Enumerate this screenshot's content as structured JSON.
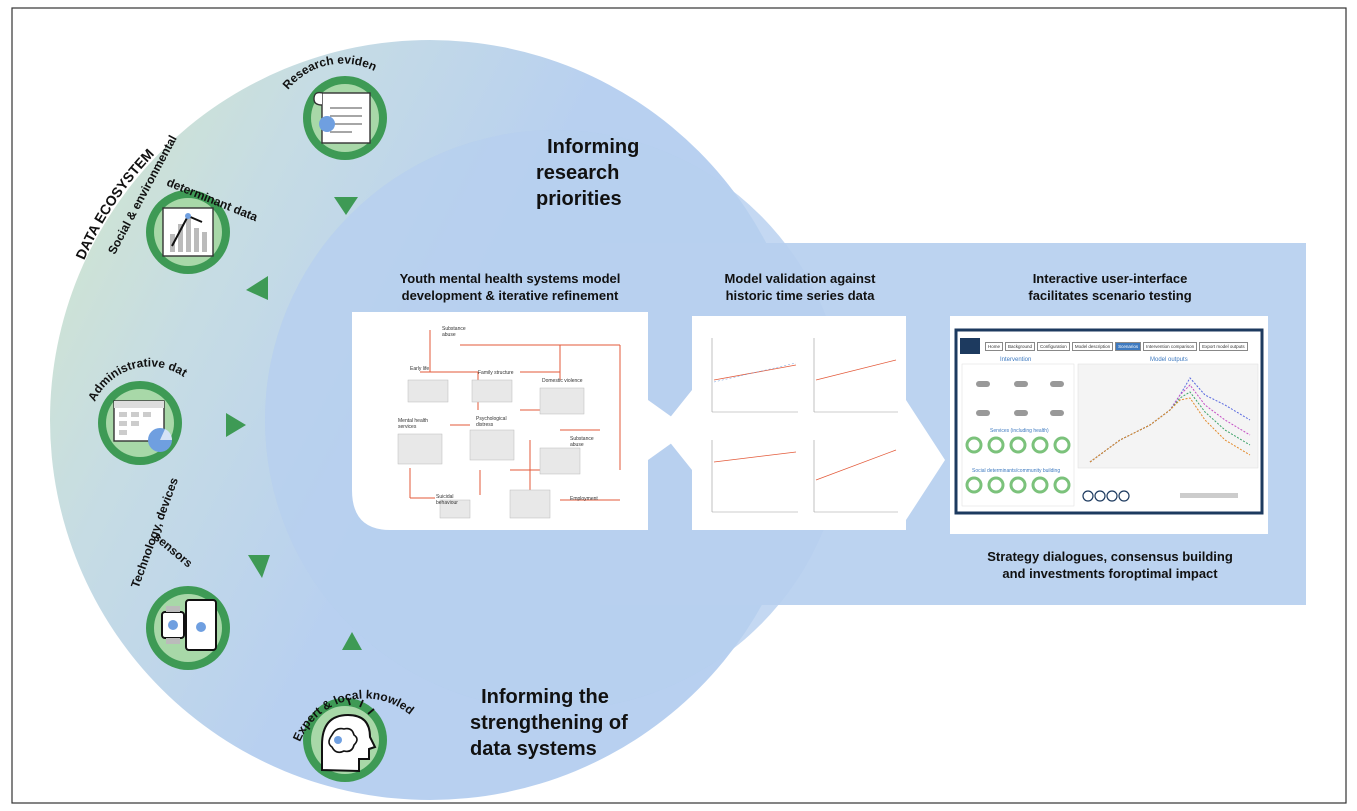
{
  "colors": {
    "light_blue": "#bcd3f0",
    "mid_blue": "#a9c5ec",
    "light_green": "#cfe6c8",
    "icon_green": "#3e9a55",
    "icon_ring": "#a8d8a8",
    "border": "#333333",
    "accent_red": "#e35a3a",
    "ui_dark": "#1d3a5f"
  },
  "ecosystem": {
    "label": "DATA ECOSYSTEM",
    "sources": [
      {
        "label": "Research evidence",
        "icon": "research-document-icon"
      },
      {
        "label": "Social & environmental determinant data",
        "icon": "bar-chart-icon"
      },
      {
        "label": "Administrative data",
        "icon": "spreadsheet-pie-icon"
      },
      {
        "label": "Technology, devices, sensors",
        "icon": "devices-icon"
      },
      {
        "label": "Expert & local knowledge",
        "icon": "head-brain-icon"
      }
    ]
  },
  "loop": {
    "top_label": "Informing\nresearch\npriorities",
    "bottom_label": "Informing the\nstrengthening of\ndata systems"
  },
  "stages": [
    {
      "title": "Youth mental health systems model\ndevelopment & iterative refinement"
    },
    {
      "title": "Model validation against\nhistoric time series data"
    },
    {
      "title": "Interactive user-interface\nfacilitates scenario testing"
    }
  ],
  "outcome": "Strategy dialogues, consensus building\nand investments foroptimal impact",
  "model_nodes": [
    "Substance\nabuse",
    "Early life",
    "Psychological\ndistress",
    "Domestic violence",
    "Mental health\nservices",
    "Substance\nabuse",
    "Suicidal\nbehaviour",
    "Employment",
    "Family structure"
  ],
  "ui_tabs": [
    "Home",
    "Background",
    "Configuration",
    "Model description",
    "Scenarios",
    "Intervention comparison",
    "Export model outputs"
  ],
  "ui_sections": {
    "left_title": "Intervention",
    "right_title": "Model outputs",
    "services": "Services (including health)",
    "social": "Social determinants/community building"
  }
}
